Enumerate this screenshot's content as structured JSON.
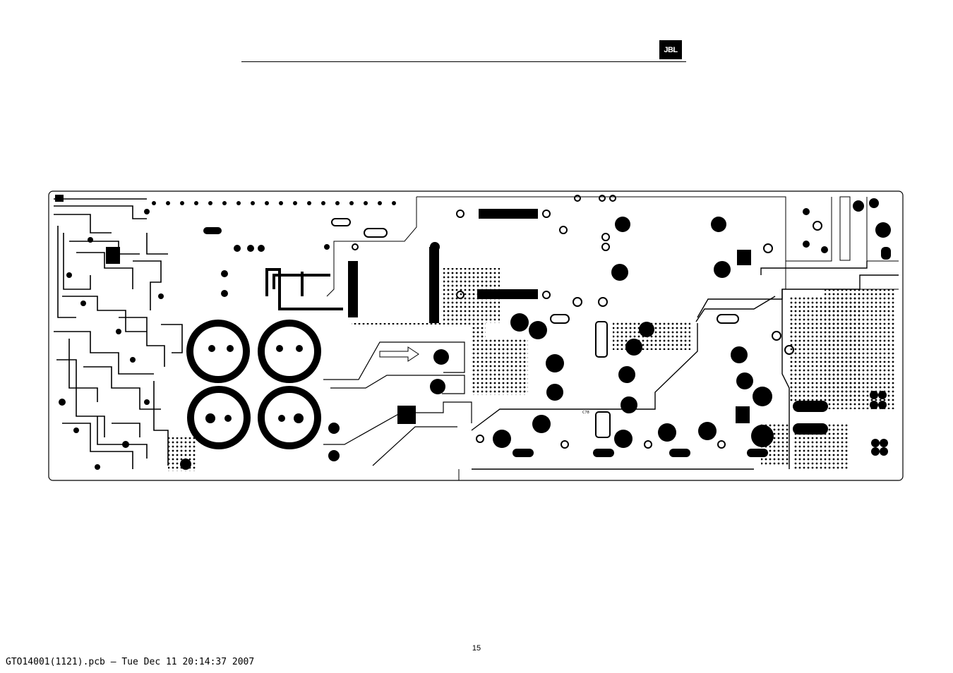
{
  "header": {
    "logo_text": "JBL"
  },
  "board": {
    "silkscreen_label": "C78"
  },
  "footer": {
    "page_number": "15",
    "caption": "GTO14001(1121).pcb — Tue Dec 11 20:14:37 2007"
  }
}
